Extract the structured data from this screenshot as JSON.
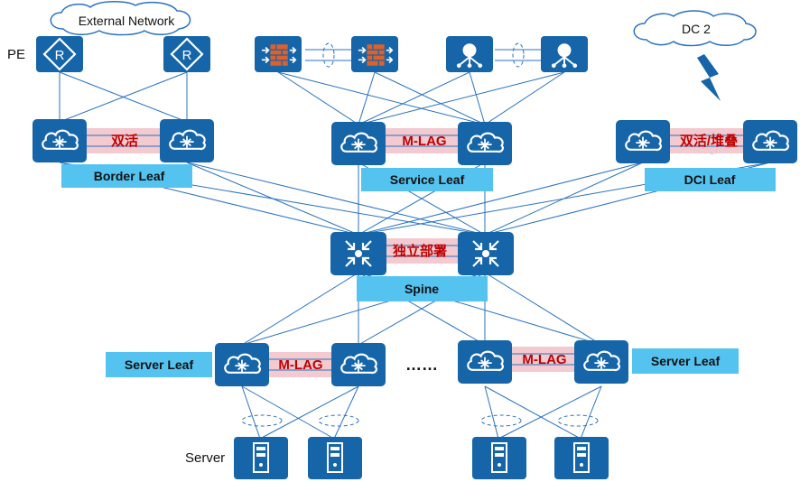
{
  "clouds": {
    "external": "External Network",
    "dc2": "DC 2"
  },
  "labels": {
    "pe": "PE",
    "server": "Server",
    "border_leaf": "Border Leaf",
    "service_leaf": "Service Leaf",
    "dci_leaf": "DCI Leaf",
    "spine": "Spine",
    "server_leaf_left": "Server Leaf",
    "server_leaf_right": "Server Leaf"
  },
  "links": {
    "border": "双活",
    "service": "M-LAG",
    "dci": "双活/堆叠",
    "spine": "独立部署",
    "server_left": "M-LAG",
    "server_right": "M-LAG",
    "ellipsis": "……"
  },
  "colors": {
    "device_blue": "#1565a8",
    "banner_blue": "#55c3f0",
    "link_pink": "#f1c7cd",
    "line_blue": "#2a72c0",
    "text_red": "#c00000"
  }
}
